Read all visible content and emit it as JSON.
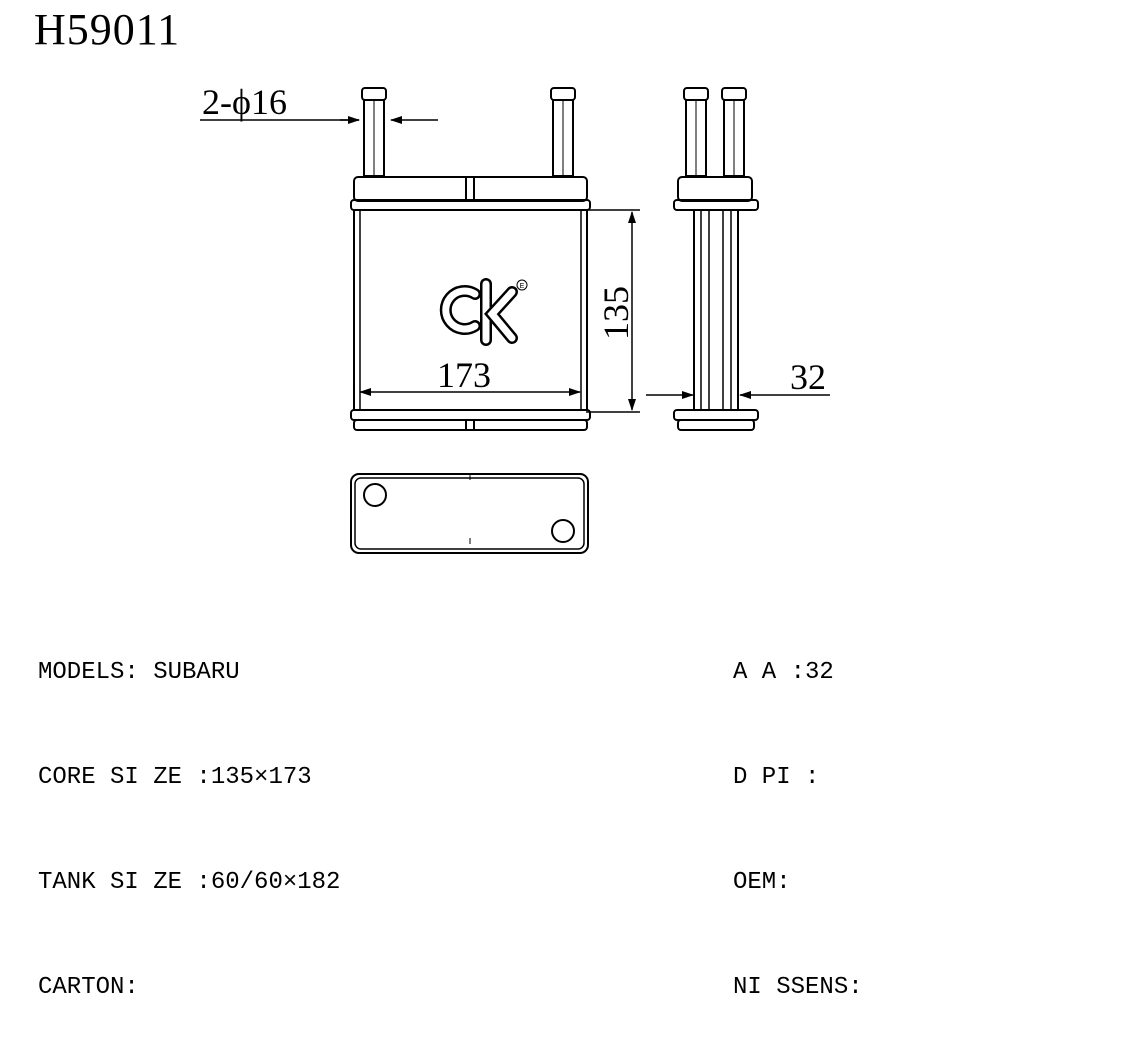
{
  "title": "H59011",
  "dimensions": {
    "pipe": "2-ϕ16",
    "height": "135",
    "width": "173",
    "depth": "32"
  },
  "logo": {
    "text": "ck",
    "mark": "E"
  },
  "specs_left": [
    "MODELS: SUBARU",
    "CORE SI ZE :135×173",
    "TANK SI ZE :60/60×182",
    "CARTON:"
  ],
  "specs_right": [
    "A A :32",
    "D PI :",
    "OEM:",
    "NI SSENS:"
  ]
}
